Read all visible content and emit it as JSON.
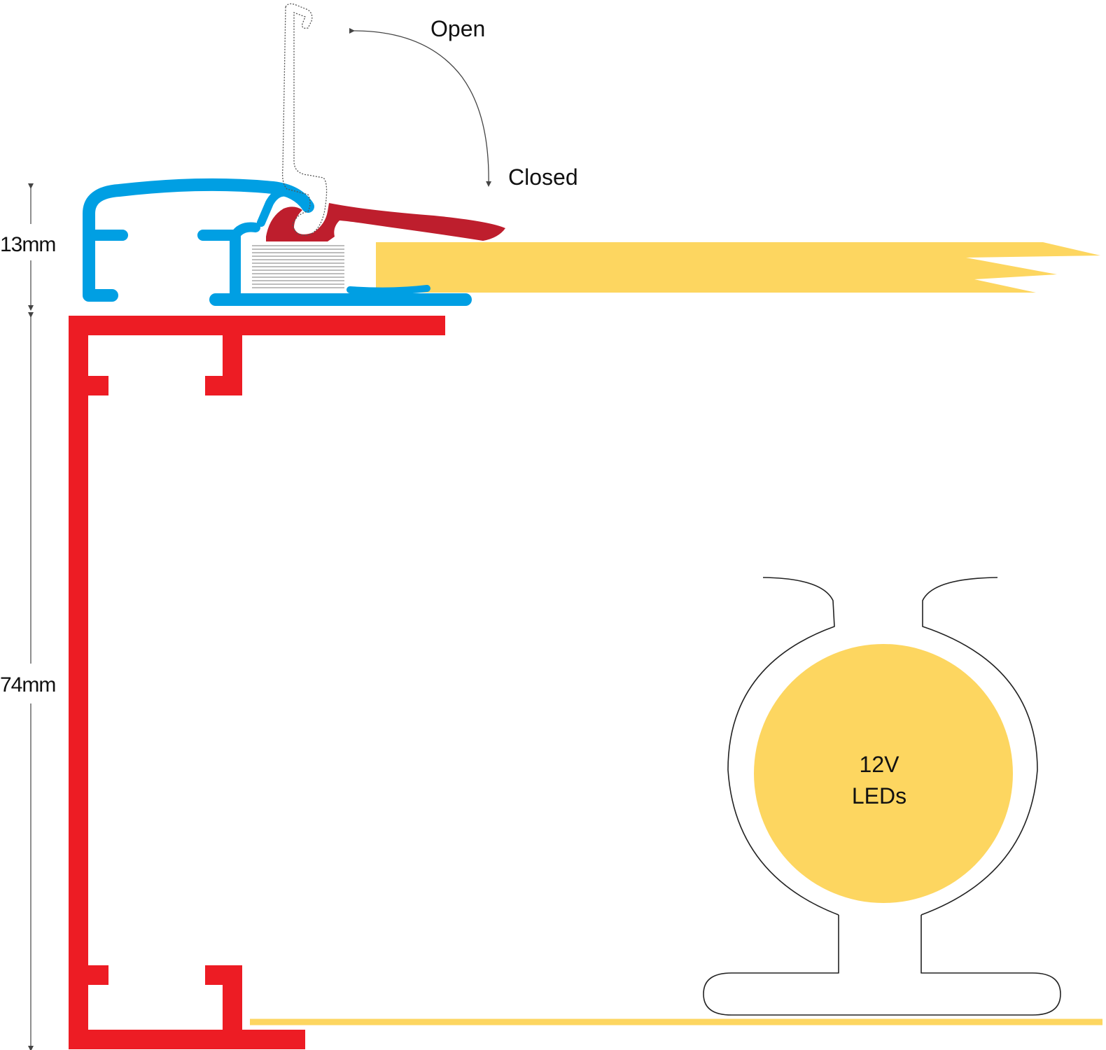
{
  "labels": {
    "open": "Open",
    "closed": "Closed",
    "dim_top": "13mm",
    "dim_main": "74mm",
    "led_line1": "12V",
    "led_line2": "LEDs"
  },
  "colors": {
    "blue_profile": "#009FE3",
    "red_frame": "#ED1C24",
    "dark_red_clip": "#BE1E2D",
    "yellow_panel": "#FDD660",
    "grey_layers": "#BDBDBD",
    "outline": "#222222"
  }
}
